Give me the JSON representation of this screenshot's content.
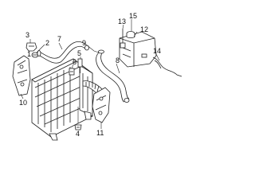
{
  "diagram": {
    "callouts": {
      "c1": "1",
      "c2": "2",
      "c3": "3",
      "c4": "4",
      "c5": "5",
      "c6": "6",
      "c7": "7",
      "c8": "8",
      "c9": "9",
      "c10": "10",
      "c11": "11",
      "c12": "12",
      "c13": "13",
      "c14": "14",
      "c15": "15"
    }
  }
}
